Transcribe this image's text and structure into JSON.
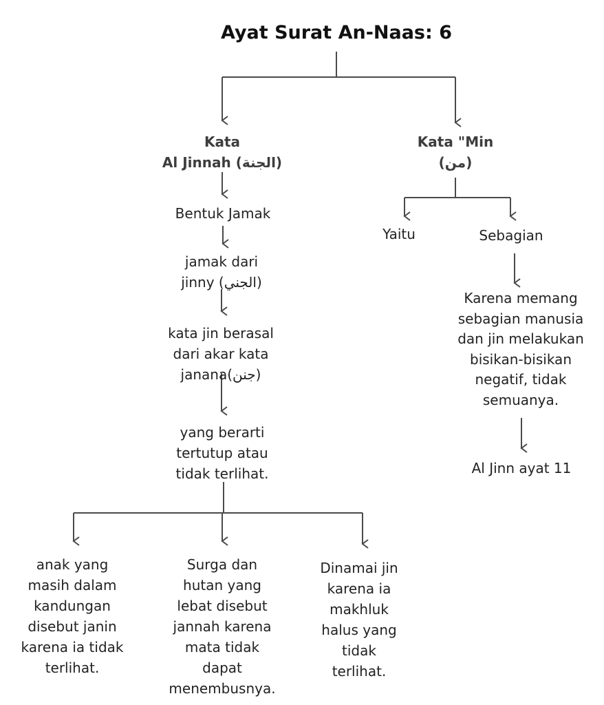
{
  "title": "Ayat Surat An-Naas: 6",
  "left": {
    "heading": [
      "Kata",
      "Al Jinnah (الجنة)"
    ],
    "steps": [
      [
        "Bentuk Jamak"
      ],
      [
        "jamak dari",
        "jinny (الجني)"
      ],
      [
        "kata jin berasal",
        "dari akar kata",
        "janana(جنن)"
      ],
      [
        "yang berarti",
        "tertutup atau",
        "tidak terlihat."
      ]
    ],
    "branches": [
      [
        "anak yang",
        "masih dalam",
        "kandungan",
        "disebut janin",
        "karena ia tidak",
        "terlihat."
      ],
      [
        "Surga dan",
        "hutan yang",
        "lebat disebut",
        "jannah karena",
        "mata tidak",
        "dapat",
        "menembusnya."
      ],
      [
        "Dinamai jin",
        "karena ia",
        "makhluk",
        "halus yang",
        "tidak",
        "terlihat."
      ]
    ]
  },
  "right": {
    "heading": [
      "Kata \"Min",
      "(من)"
    ],
    "branches": [
      "Yaitu",
      "Sebagian"
    ],
    "explanation": [
      "Karena memang",
      "sebagian manusia",
      "dan jin melakukan",
      "bisikan-bisikan",
      "negatif, tidak",
      "semuanya."
    ],
    "reference": "Al Jinn ayat 11"
  },
  "colors": {
    "line": "#4a4a4a",
    "text": "#222222"
  }
}
